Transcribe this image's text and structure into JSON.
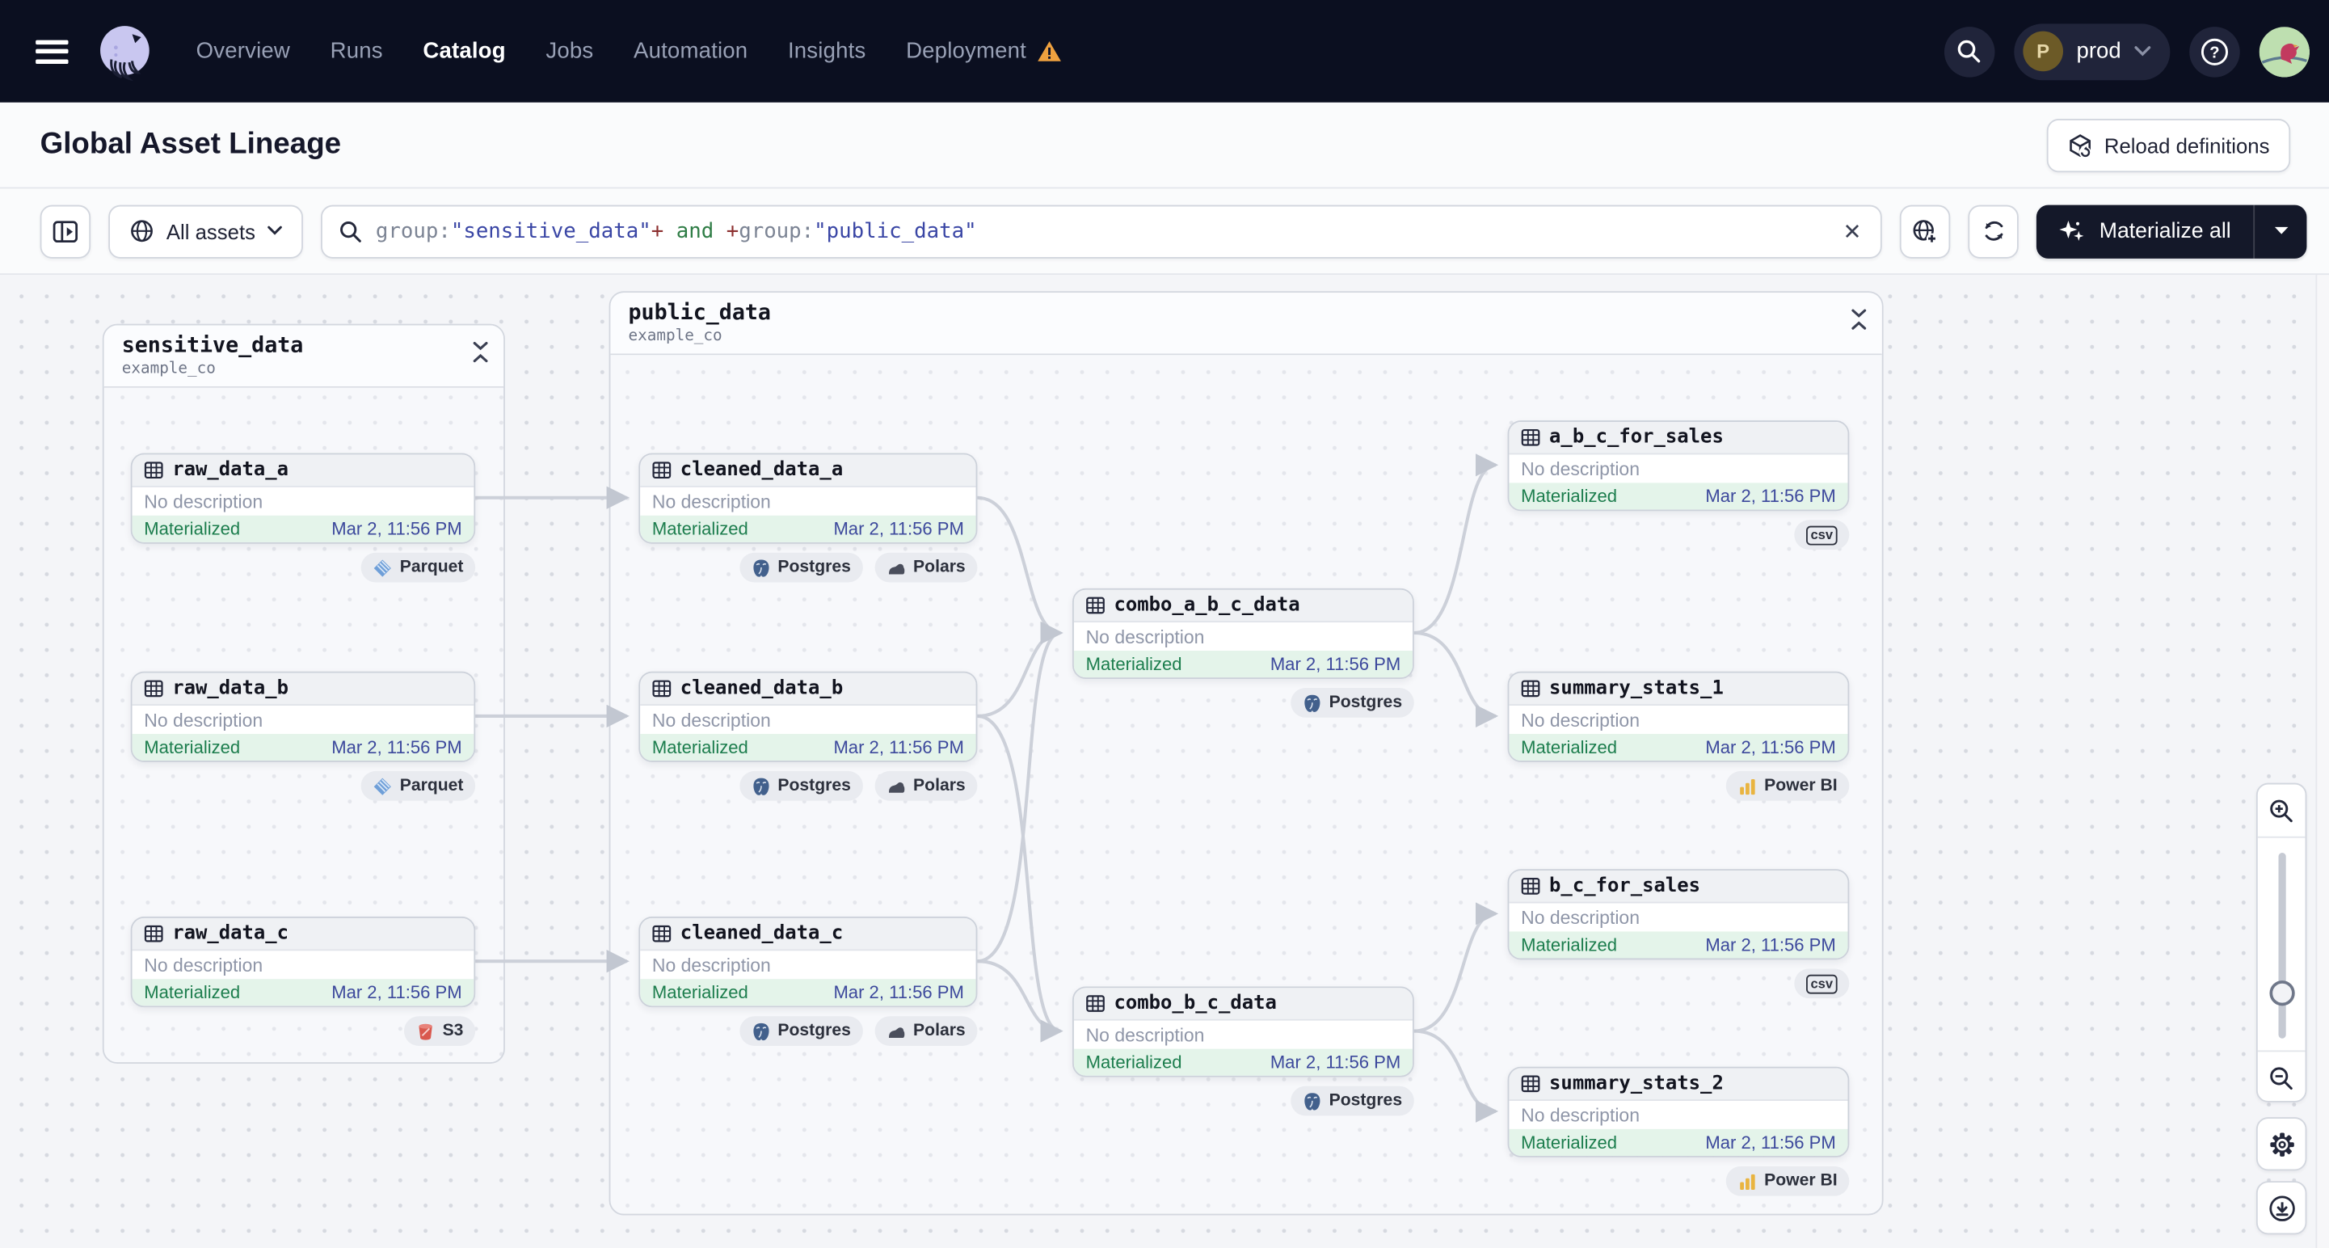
{
  "nav": {
    "items": [
      {
        "label": "Overview"
      },
      {
        "label": "Runs"
      },
      {
        "label": "Catalog",
        "active": true
      },
      {
        "label": "Jobs"
      },
      {
        "label": "Automation"
      },
      {
        "label": "Insights"
      },
      {
        "label": "Deployment",
        "warning": true
      }
    ],
    "environment": {
      "initial": "P",
      "name": "prod"
    },
    "help_glyph": "?"
  },
  "header": {
    "title": "Global Asset Lineage",
    "reload_button_label": "Reload definitions"
  },
  "filter_bar": {
    "scope_dropdown_label": "All assets",
    "search_query_segments": [
      {
        "text": "group:",
        "type": "key"
      },
      {
        "text": "\"sensitive_data\"",
        "type": "string"
      },
      {
        "text": "+",
        "type": "plus"
      },
      {
        "text": " and ",
        "type": "and"
      },
      {
        "text": "+",
        "type": "plus"
      },
      {
        "text": "group:",
        "type": "key"
      },
      {
        "text": "\"public_data\"",
        "type": "string"
      }
    ],
    "clear_glyph": "✕",
    "materialize_button_label": "Materialize all"
  },
  "graph": {
    "groups": [
      {
        "name": "sensitive_data",
        "location": "example_co",
        "nodes": [
          {
            "name": "raw_data_a",
            "description": "No description",
            "status": "Materialized",
            "timestamp": "Mar 2, 11:56 PM",
            "tags": [
              {
                "label": "Parquet",
                "icon": "parquet-icon"
              }
            ]
          },
          {
            "name": "raw_data_b",
            "description": "No description",
            "status": "Materialized",
            "timestamp": "Mar 2, 11:56 PM",
            "tags": [
              {
                "label": "Parquet",
                "icon": "parquet-icon"
              }
            ]
          },
          {
            "name": "raw_data_c",
            "description": "No description",
            "status": "Materialized",
            "timestamp": "Mar 2, 11:56 PM",
            "tags": [
              {
                "label": "S3",
                "icon": "s3-icon"
              }
            ]
          }
        ]
      },
      {
        "name": "public_data",
        "location": "example_co",
        "nodes": [
          {
            "name": "cleaned_data_a",
            "description": "No description",
            "status": "Materialized",
            "timestamp": "Mar 2, 11:56 PM",
            "tags": [
              {
                "label": "Postgres",
                "icon": "postgres-icon"
              },
              {
                "label": "Polars",
                "icon": "polars-icon"
              }
            ]
          },
          {
            "name": "cleaned_data_b",
            "description": "No description",
            "status": "Materialized",
            "timestamp": "Mar 2, 11:56 PM",
            "tags": [
              {
                "label": "Postgres",
                "icon": "postgres-icon"
              },
              {
                "label": "Polars",
                "icon": "polars-icon"
              }
            ]
          },
          {
            "name": "cleaned_data_c",
            "description": "No description",
            "status": "Materialized",
            "timestamp": "Mar 2, 11:56 PM",
            "tags": [
              {
                "label": "Postgres",
                "icon": "postgres-icon"
              },
              {
                "label": "Polars",
                "icon": "polars-icon"
              }
            ]
          },
          {
            "name": "combo_a_b_c_data",
            "description": "No description",
            "status": "Materialized",
            "timestamp": "Mar 2, 11:56 PM",
            "tags": [
              {
                "label": "Postgres",
                "icon": "postgres-icon"
              }
            ]
          },
          {
            "name": "combo_b_c_data",
            "description": "No description",
            "status": "Materialized",
            "timestamp": "Mar 2, 11:56 PM",
            "tags": [
              {
                "label": "Postgres",
                "icon": "postgres-icon"
              }
            ]
          },
          {
            "name": "a_b_c_for_sales",
            "description": "No description",
            "status": "Materialized",
            "timestamp": "Mar 2, 11:56 PM",
            "tags": [
              {
                "label": "csv",
                "icon": "csv-icon"
              }
            ]
          },
          {
            "name": "summary_stats_1",
            "description": "No description",
            "status": "Materialized",
            "timestamp": "Mar 2, 11:56 PM",
            "tags": [
              {
                "label": "Power BI",
                "icon": "powerbi-icon"
              }
            ]
          },
          {
            "name": "b_c_for_sales",
            "description": "No description",
            "status": "Materialized",
            "timestamp": "Mar 2, 11:56 PM",
            "tags": [
              {
                "label": "csv",
                "icon": "csv-icon"
              }
            ]
          },
          {
            "name": "summary_stats_2",
            "description": "No description",
            "status": "Materialized",
            "timestamp": "Mar 2, 11:56 PM",
            "tags": [
              {
                "label": "Power BI",
                "icon": "powerbi-icon"
              }
            ]
          }
        ]
      }
    ],
    "edges": [
      {
        "from": "raw_data_a",
        "to": "cleaned_data_a"
      },
      {
        "from": "raw_data_b",
        "to": "cleaned_data_b"
      },
      {
        "from": "raw_data_c",
        "to": "cleaned_data_c"
      },
      {
        "from": "cleaned_data_a",
        "to": "combo_a_b_c_data"
      },
      {
        "from": "cleaned_data_b",
        "to": "combo_a_b_c_data"
      },
      {
        "from": "cleaned_data_c",
        "to": "combo_a_b_c_data"
      },
      {
        "from": "cleaned_data_b",
        "to": "combo_b_c_data"
      },
      {
        "from": "cleaned_data_c",
        "to": "combo_b_c_data"
      },
      {
        "from": "combo_a_b_c_data",
        "to": "a_b_c_for_sales"
      },
      {
        "from": "combo_a_b_c_data",
        "to": "summary_stats_1"
      },
      {
        "from": "combo_b_c_data",
        "to": "b_c_for_sales"
      },
      {
        "from": "combo_b_c_data",
        "to": "summary_stats_2"
      }
    ]
  },
  "colors": {
    "nav_bg": "#0b0f20",
    "status_green": "#1c7d4d",
    "status_green_bg": "#e4f4ea",
    "timestamp_indigo": "#3c489c",
    "warning_orange": "#efa13f",
    "edge_gray": "#ccd0d9"
  }
}
